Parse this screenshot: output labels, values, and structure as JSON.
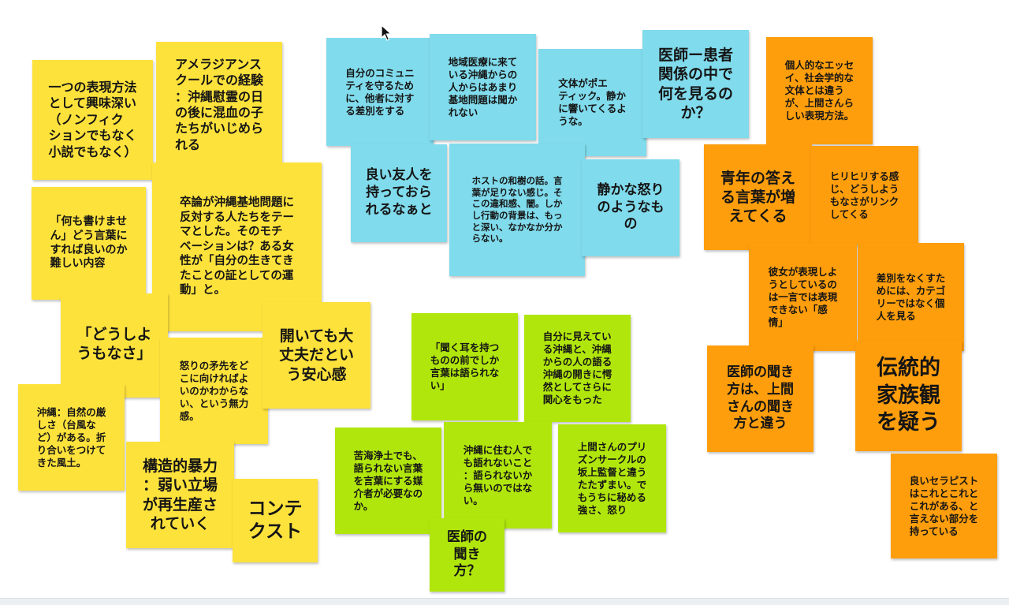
{
  "notes": {
    "yellow": [
      {
        "text": "一つの表現方法\nとして興味深い\n（ノンフィク\nションでもなく\n小説でもなく）"
      },
      {
        "text": "アメラジアンス\nクールでの経験\n：沖縄慰霊の日\nの後に混血の子\nたちがいじめら\nれる"
      },
      {
        "text": "「何も書けませ\nん」どう言葉に\nすれば良いのか\n難しい内容"
      },
      {
        "text": "卒論が沖縄基地問題に\n反対する人たちをテー\nマとした。そのモチ\nベーションは？ある女\n性が「自分の生きてき\nたことの証としての運\n動」と。"
      },
      {
        "text": "「どうしよ\nうもなさ」"
      },
      {
        "text": "怒りの矛先をど\nこに向ければよ\nいのかわからな\nい、という無力\n感。"
      },
      {
        "text": "開いても大\n丈夫だとい\nう安心感"
      },
      {
        "text": "沖縄：自然の厳\nしさ（台風な\nど）がある。折\nり合いをつけて\nきた風土。"
      },
      {
        "text": "構造的暴力\n：弱い立場\nが再生産さ\nれていく"
      },
      {
        "text": "コンテ\nクスト"
      }
    ],
    "blue": [
      {
        "text": "自分のコミュニ\nティを守るため\nに、他者に対す\nる差別をする"
      },
      {
        "text": "地域医療に来て\nいる沖縄からの\n人からはあまり\n基地問題は聞か\nれない"
      },
      {
        "text": "文体がポエ\nティック。静か\nに響いてくるよ\nうな。"
      },
      {
        "text": "医師ー患者\n関係の中で\n何を見るの\nか？"
      },
      {
        "text": "良い友人を\n持っておら\nれるなぁと"
      },
      {
        "text": "ホストの和樹の話。言\n葉が足りない感じ。そ\nこの違和感、闇。しか\nし行動の背景は、もっ\nと深い、なかなか分か\nらない。"
      },
      {
        "text": "静かな怒り\nのようなも\nの"
      }
    ],
    "green": [
      {
        "text": "「聞く耳を持つ\nものの前でしか\n言葉は語られな\nい」"
      },
      {
        "text": "自分に見えてい\nる沖縄と、沖縄\nからの人の語る\n沖縄の開きに愕\n然としてさらに\n関心をもった"
      },
      {
        "text": "苦海浄土でも、\n語られない言葉\nを言葉にする媒\n介者が必要なの\nか。"
      },
      {
        "text": "沖縄に住む人で\nも語れないこと\n：語られないか\nら無いのではな\nい。"
      },
      {
        "text": "上間さんのプリ\nズンサークルの\n坂上監督と違う\nたたずまい。で\nもうちに秘める\n強さ、怒り"
      },
      {
        "text": "医師の\n聞き\n方？"
      }
    ],
    "orange": [
      {
        "text": "個人的なエッセ\nイ、社会学的な\n文体とは違う\nが、上間さんら\nしい表現方法。"
      },
      {
        "text": "青年の答え\nる言葉が増\nえてくる"
      },
      {
        "text": "ヒリヒリする感\nじ、どうしよう\nもなさがリンク\nしてくる"
      },
      {
        "text": "彼女が表現しよ\nうとしているの\nは一言では表現\nできない「感\n情」"
      },
      {
        "text": "差別をなくすた\nめには、カテゴ\nリーではなく個\n人を見る"
      },
      {
        "text": "医師の聞き\n方は、上間\nさんの聞き\n方と違う"
      },
      {
        "text": "伝統的\n家族観\nを疑う"
      },
      {
        "text": "良いセラピスト\nはこれとこれと\nこれがある、と\n言えない部分を\n持っている"
      }
    ]
  },
  "colors": {
    "yellow": "#fee23c",
    "blue": "#80dbec",
    "green": "#b1e60c",
    "orange": "#ff9e0c"
  },
  "icons": {
    "cursor": "mouse-pointer-icon"
  }
}
